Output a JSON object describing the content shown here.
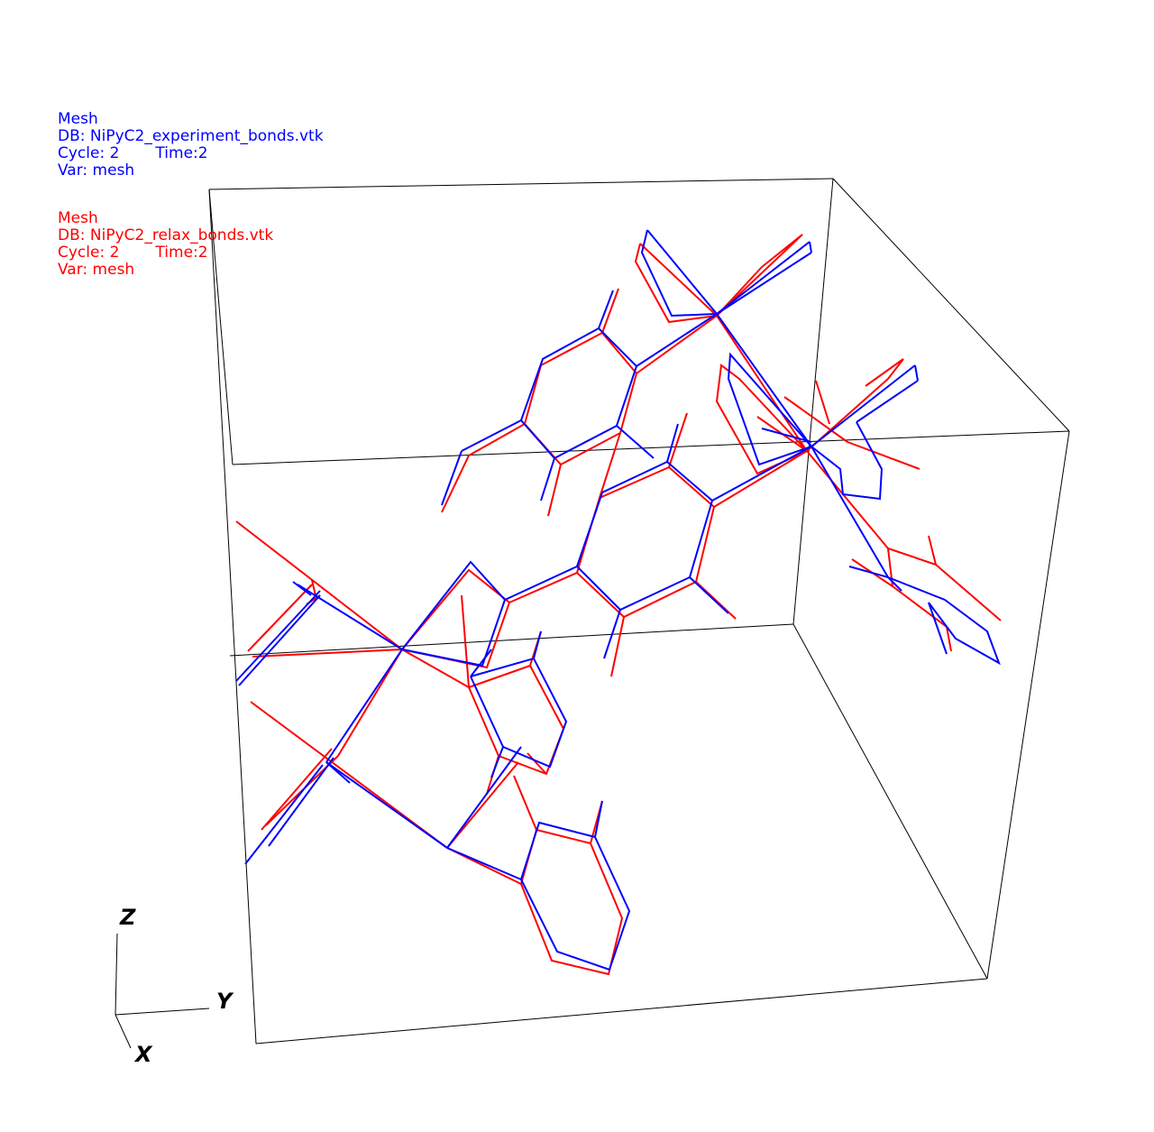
{
  "legends": [
    {
      "color": "#0000ff",
      "plot_type": "Mesh",
      "db": "DB: NiPyC2_experiment_bonds.vtk",
      "cycle": "Cycle: 2",
      "time": "Time:2",
      "var": "Var: mesh"
    },
    {
      "color": "#ff0000",
      "plot_type": "Mesh",
      "db": "DB: NiPyC2_relax_bonds.vtk",
      "cycle": "Cycle: 2",
      "time": "Time:2",
      "var": "Var: mesh"
    }
  ],
  "axes": {
    "x": "X",
    "y": "Y",
    "z": "Z"
  },
  "colors": {
    "experiment": "#0000ff",
    "relax": "#ff0000",
    "bounding_box": "#000000"
  }
}
